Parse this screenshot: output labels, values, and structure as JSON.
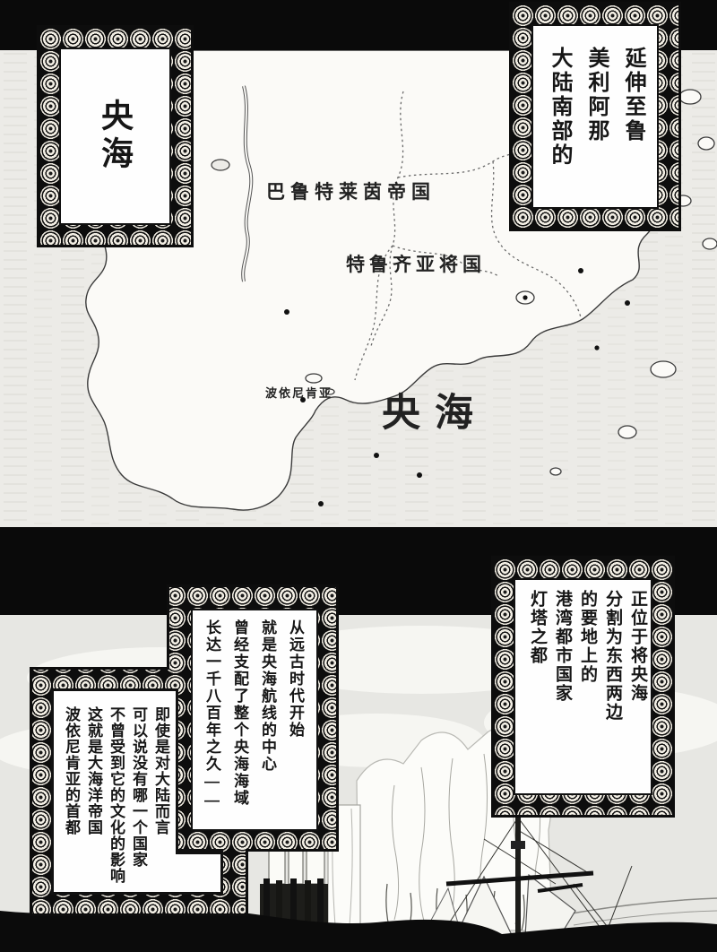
{
  "page_type": "manga-map-page",
  "caption_boxes": {
    "top_left": {
      "lines": [
        "央海"
      ]
    },
    "top_right": {
      "lines": [
        "延伸至鲁",
        "美利阿那",
        "大陆南部的"
      ]
    },
    "bottom_right": {
      "lines": [
        "正位于将央海",
        "分割为东西两边",
        "的要地上的",
        "港湾都市国家",
        "灯塔之都"
      ]
    },
    "bottom_middle": {
      "lines": [
        "从远古时代开始",
        "就是央海航线的中心",
        "曾经支配了整个央海海域",
        "长达一千八百年之久——"
      ]
    },
    "bottom_left": {
      "lines": [
        "即使是对大陆而言",
        "可以说没有哪一个国家",
        "不曾受到它的文化的影响",
        "这就是大海洋帝国",
        "波依尼肯亚的首都"
      ]
    }
  },
  "map": {
    "labels": {
      "empire": "巴鲁特莱茵帝国",
      "shogunate": "特鲁齐亚将国",
      "poinikaia": "波依尼肯亚",
      "sea": "央海"
    }
  },
  "colors": {
    "ink": "#0d0d0d",
    "paper": "#ffffff",
    "map_sea": "#ecebe7",
    "land": "#fbfaf7",
    "coast": "#3b3b3b",
    "sky": "#e7e7e3",
    "water": "#0b0b0b",
    "frame_light": "#f2eee4"
  }
}
